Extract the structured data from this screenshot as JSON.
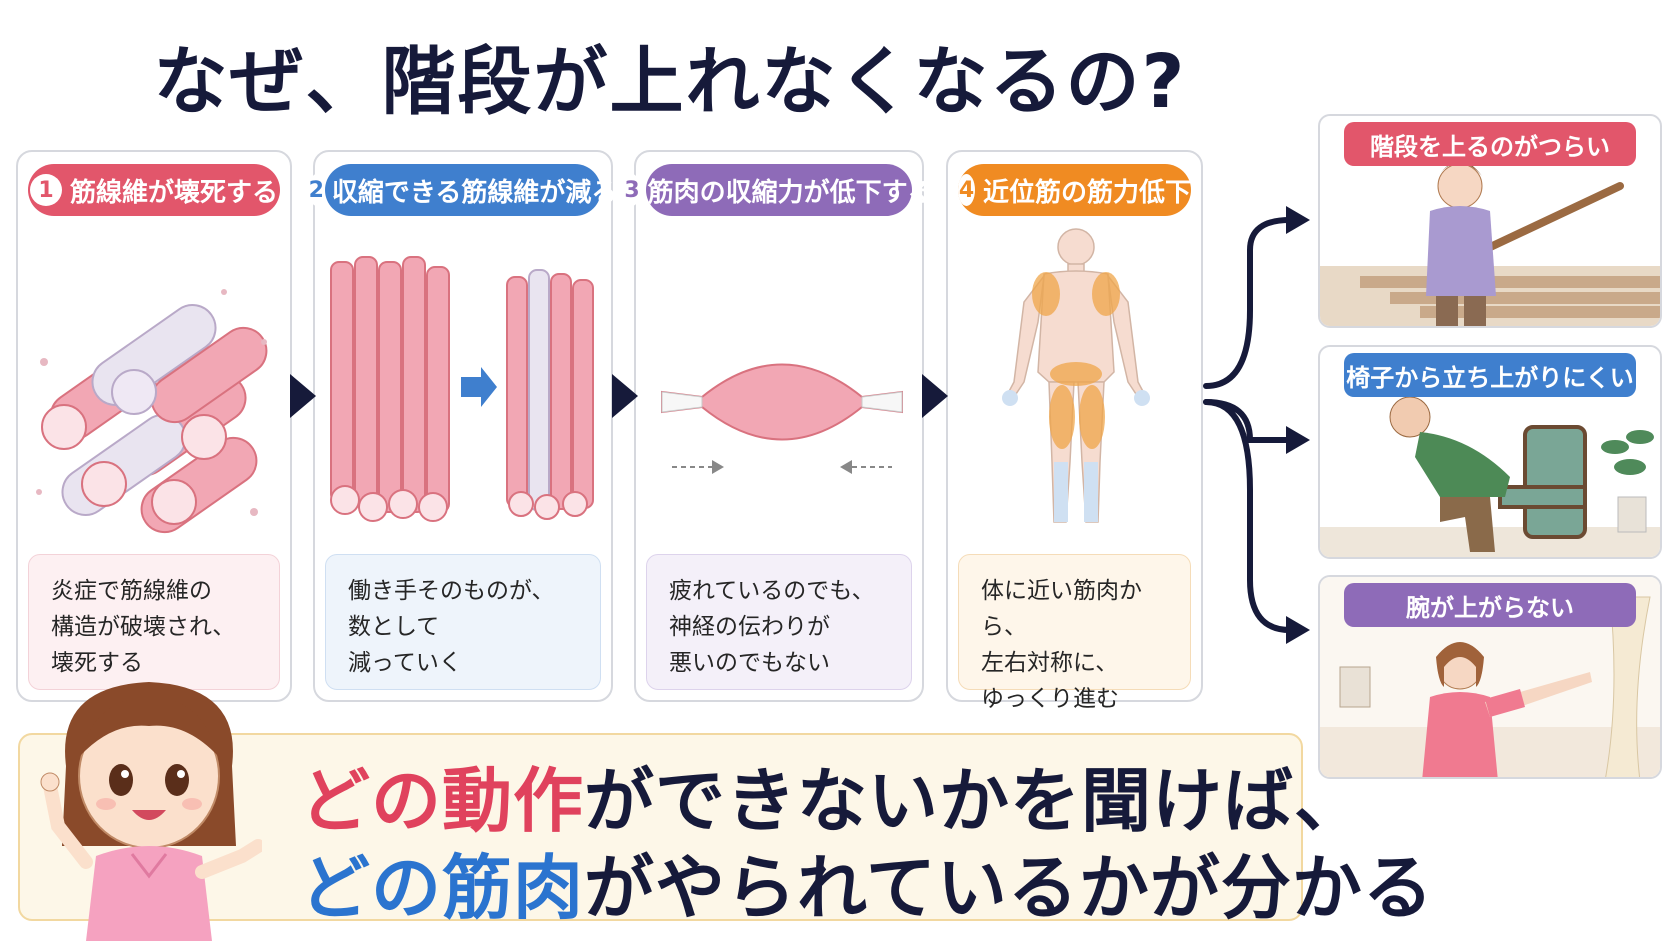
{
  "title": "なぜ、階段が上れなくなるの?",
  "steps": [
    {
      "num": "1",
      "label": "筋線維が壊死する",
      "desc": "炎症で筋線維の\n構造が破壊され、\n壊死する"
    },
    {
      "num": "2",
      "label": "収縮できる筋線維が減る",
      "desc": "働き手そのものが、\n数として\n減っていく"
    },
    {
      "num": "3",
      "label": "筋肉の収縮力が低下する",
      "desc": "疲れているのでも、\n神経の伝わりが\n悪いのでもない"
    },
    {
      "num": "4",
      "label": "近位筋の筋力低下",
      "desc": "体に近い筋肉から、\n左右対称に、\nゆっくり進む"
    }
  ],
  "symptoms": [
    {
      "label": "階段を上るのがつらい"
    },
    {
      "label": "椅子から立ち上がりにくい"
    },
    {
      "label": "腕が上がらない"
    }
  ],
  "message": {
    "line1": {
      "a": "どの",
      "b": "動作",
      "c": "ができないかを聞けば、"
    },
    "line2": {
      "a": "どの",
      "b": "筋肉",
      "c": "がやられているかが分かる"
    }
  },
  "colors": {
    "red": "#e2566b",
    "blue": "#3f7fce",
    "purple": "#8e6bb8",
    "orange": "#f08b22",
    "navy": "#161a3a"
  }
}
